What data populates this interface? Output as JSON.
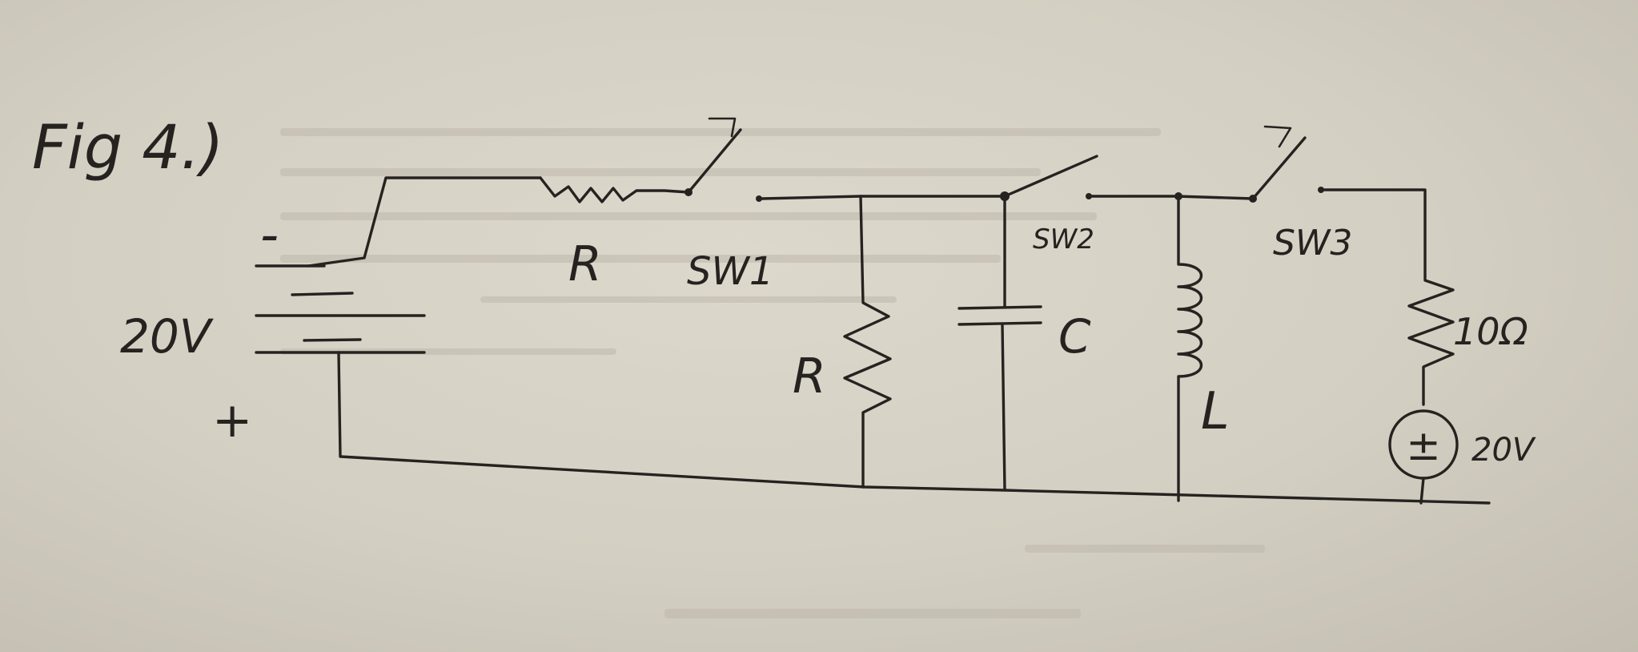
{
  "figure": {
    "title": "Fig 4.)",
    "colors": {
      "ink": "#262220",
      "paper": "#d8d4c8"
    }
  },
  "labels": {
    "battery_minus": "-",
    "battery_voltage": "20V",
    "battery_plus": "+",
    "series_resistor": "R",
    "switch_1": "SW1",
    "shunt_resistor": "R",
    "capacitor": "C",
    "switch_2": "SW2",
    "inductor": "L",
    "switch_3": "SW3",
    "load_resistor": "10Ω",
    "source_symbol": "±",
    "source_voltage": "20V"
  }
}
